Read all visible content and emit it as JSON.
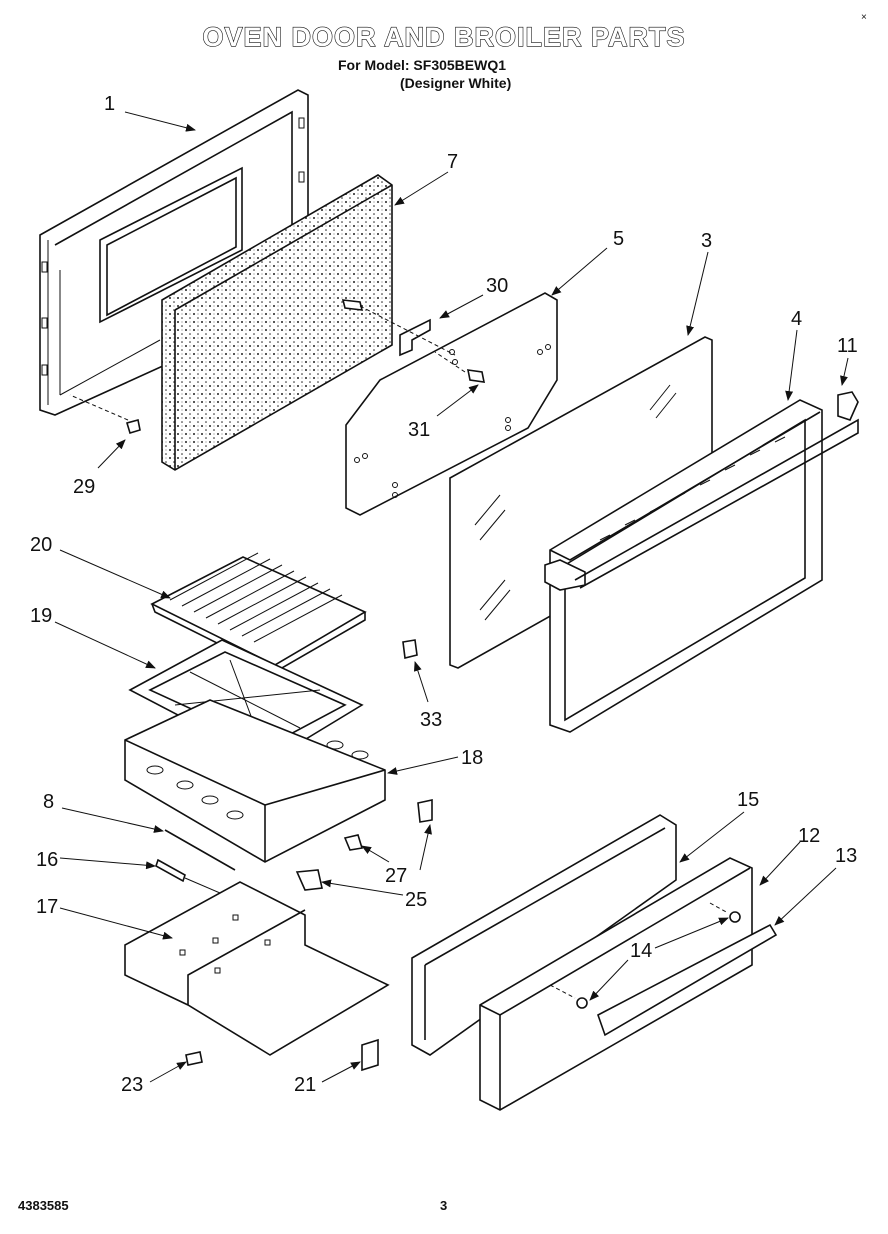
{
  "header": {
    "title": "OVEN DOOR AND BROILER PARTS",
    "model_line": "For Model: SF305BEWQ1",
    "color_line": "(Designer White)",
    "corner_mark": "×"
  },
  "footer": {
    "doc_number": "4383585",
    "page_number": "3"
  },
  "callouts": {
    "p1": "1",
    "p3": "3",
    "p4": "4",
    "p5": "5",
    "p7": "7",
    "p8": "8",
    "p11": "11",
    "p12": "12",
    "p13": "13",
    "p14": "14",
    "p15": "15",
    "p16": "16",
    "p17": "17",
    "p18": "18",
    "p19": "19",
    "p20": "20",
    "p21": "21",
    "p23": "23",
    "p25": "25",
    "p27": "27",
    "p29": "29",
    "p30": "30",
    "p31": "31",
    "p33": "33"
  }
}
